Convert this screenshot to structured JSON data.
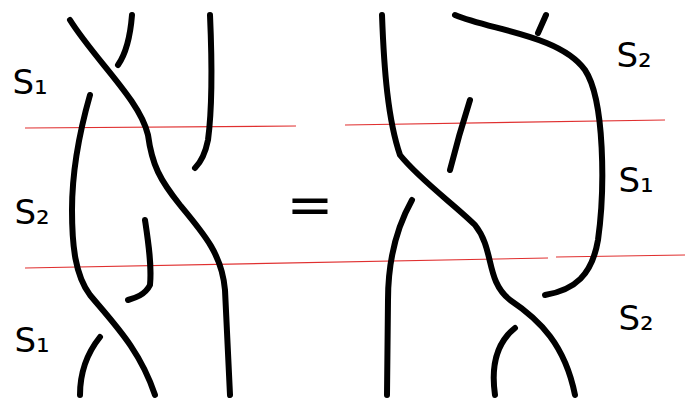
{
  "diagram": {
    "labels": [
      "S₁",
      "S₂",
      "S₁",
      "=",
      "S₂",
      "S₁",
      "S₂"
    ]
  }
}
